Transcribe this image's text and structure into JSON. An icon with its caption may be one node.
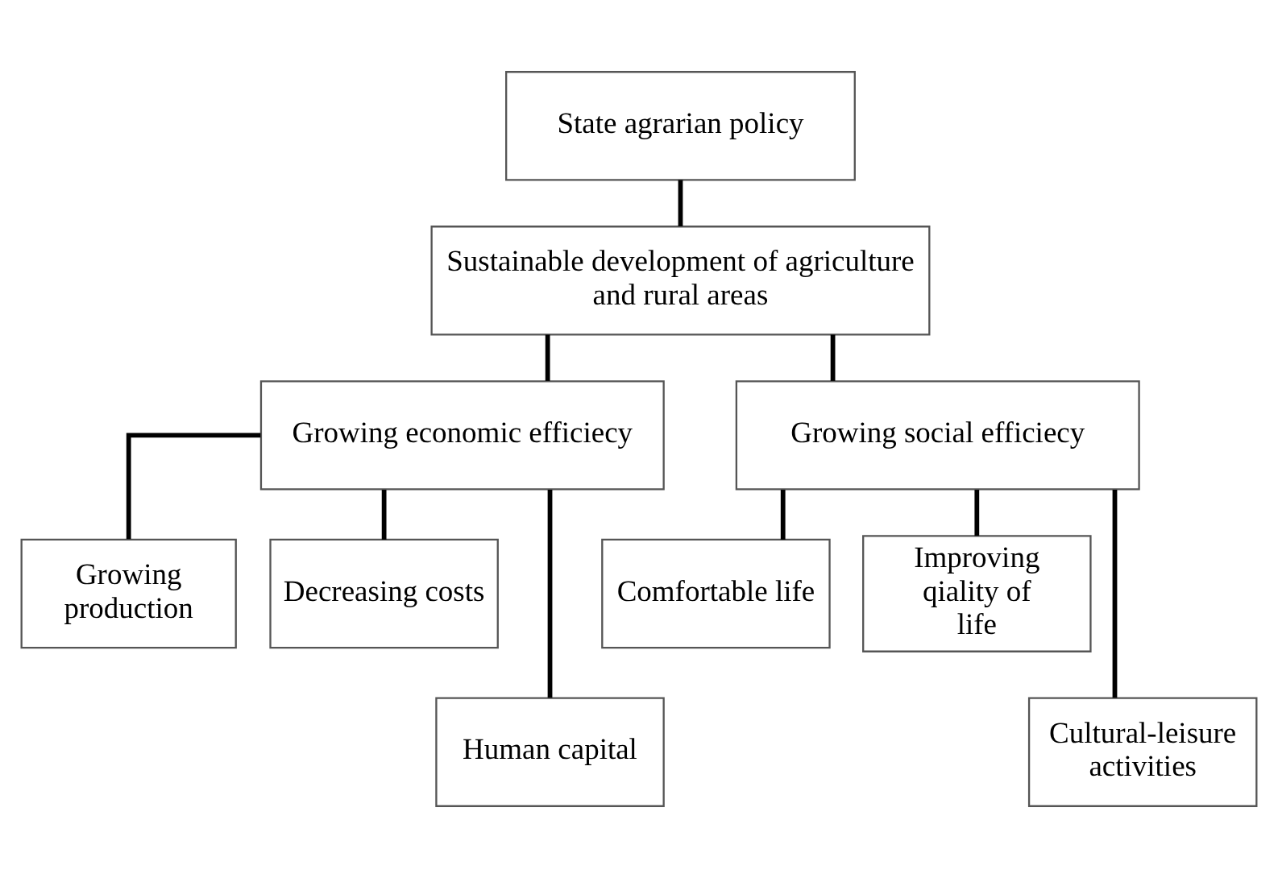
{
  "diagram": {
    "nodes": [
      {
        "text": [
          "State agrarian policy"
        ]
      },
      {
        "text": [
          "Sustainable development of agriculture and rural areas"
        ]
      },
      {
        "text": [
          "Growing economic efficiecy"
        ]
      },
      {
        "text": [
          "Growing social efficiecy"
        ]
      },
      {
        "text": [
          "Growing production"
        ]
      },
      {
        "text": [
          "Decreasing costs"
        ]
      },
      {
        "text": [
          "Human capital"
        ]
      },
      {
        "text": [
          "Comfortable life"
        ]
      },
      {
        "text": [
          "Improving qiality of life"
        ]
      },
      {
        "text": [
          "Cultural-leisure activities"
        ]
      }
    ],
    "edges": [
      {
        "from": 0,
        "to": 1,
        "arrow": "none"
      },
      {
        "from": 1,
        "to": 2,
        "arrow": "none"
      },
      {
        "from": 1,
        "to": 3,
        "arrow": "none"
      },
      {
        "from": 2,
        "to": 4,
        "arrow": "none"
      },
      {
        "from": 2,
        "to": 5,
        "arrow": "none"
      },
      {
        "from": 2,
        "to": 6,
        "arrow": "none"
      },
      {
        "from": 3,
        "to": 7,
        "arrow": "none"
      },
      {
        "from": 3,
        "to": 8,
        "arrow": "none"
      },
      {
        "from": 3,
        "to": 9,
        "arrow": "none"
      }
    ]
  }
}
